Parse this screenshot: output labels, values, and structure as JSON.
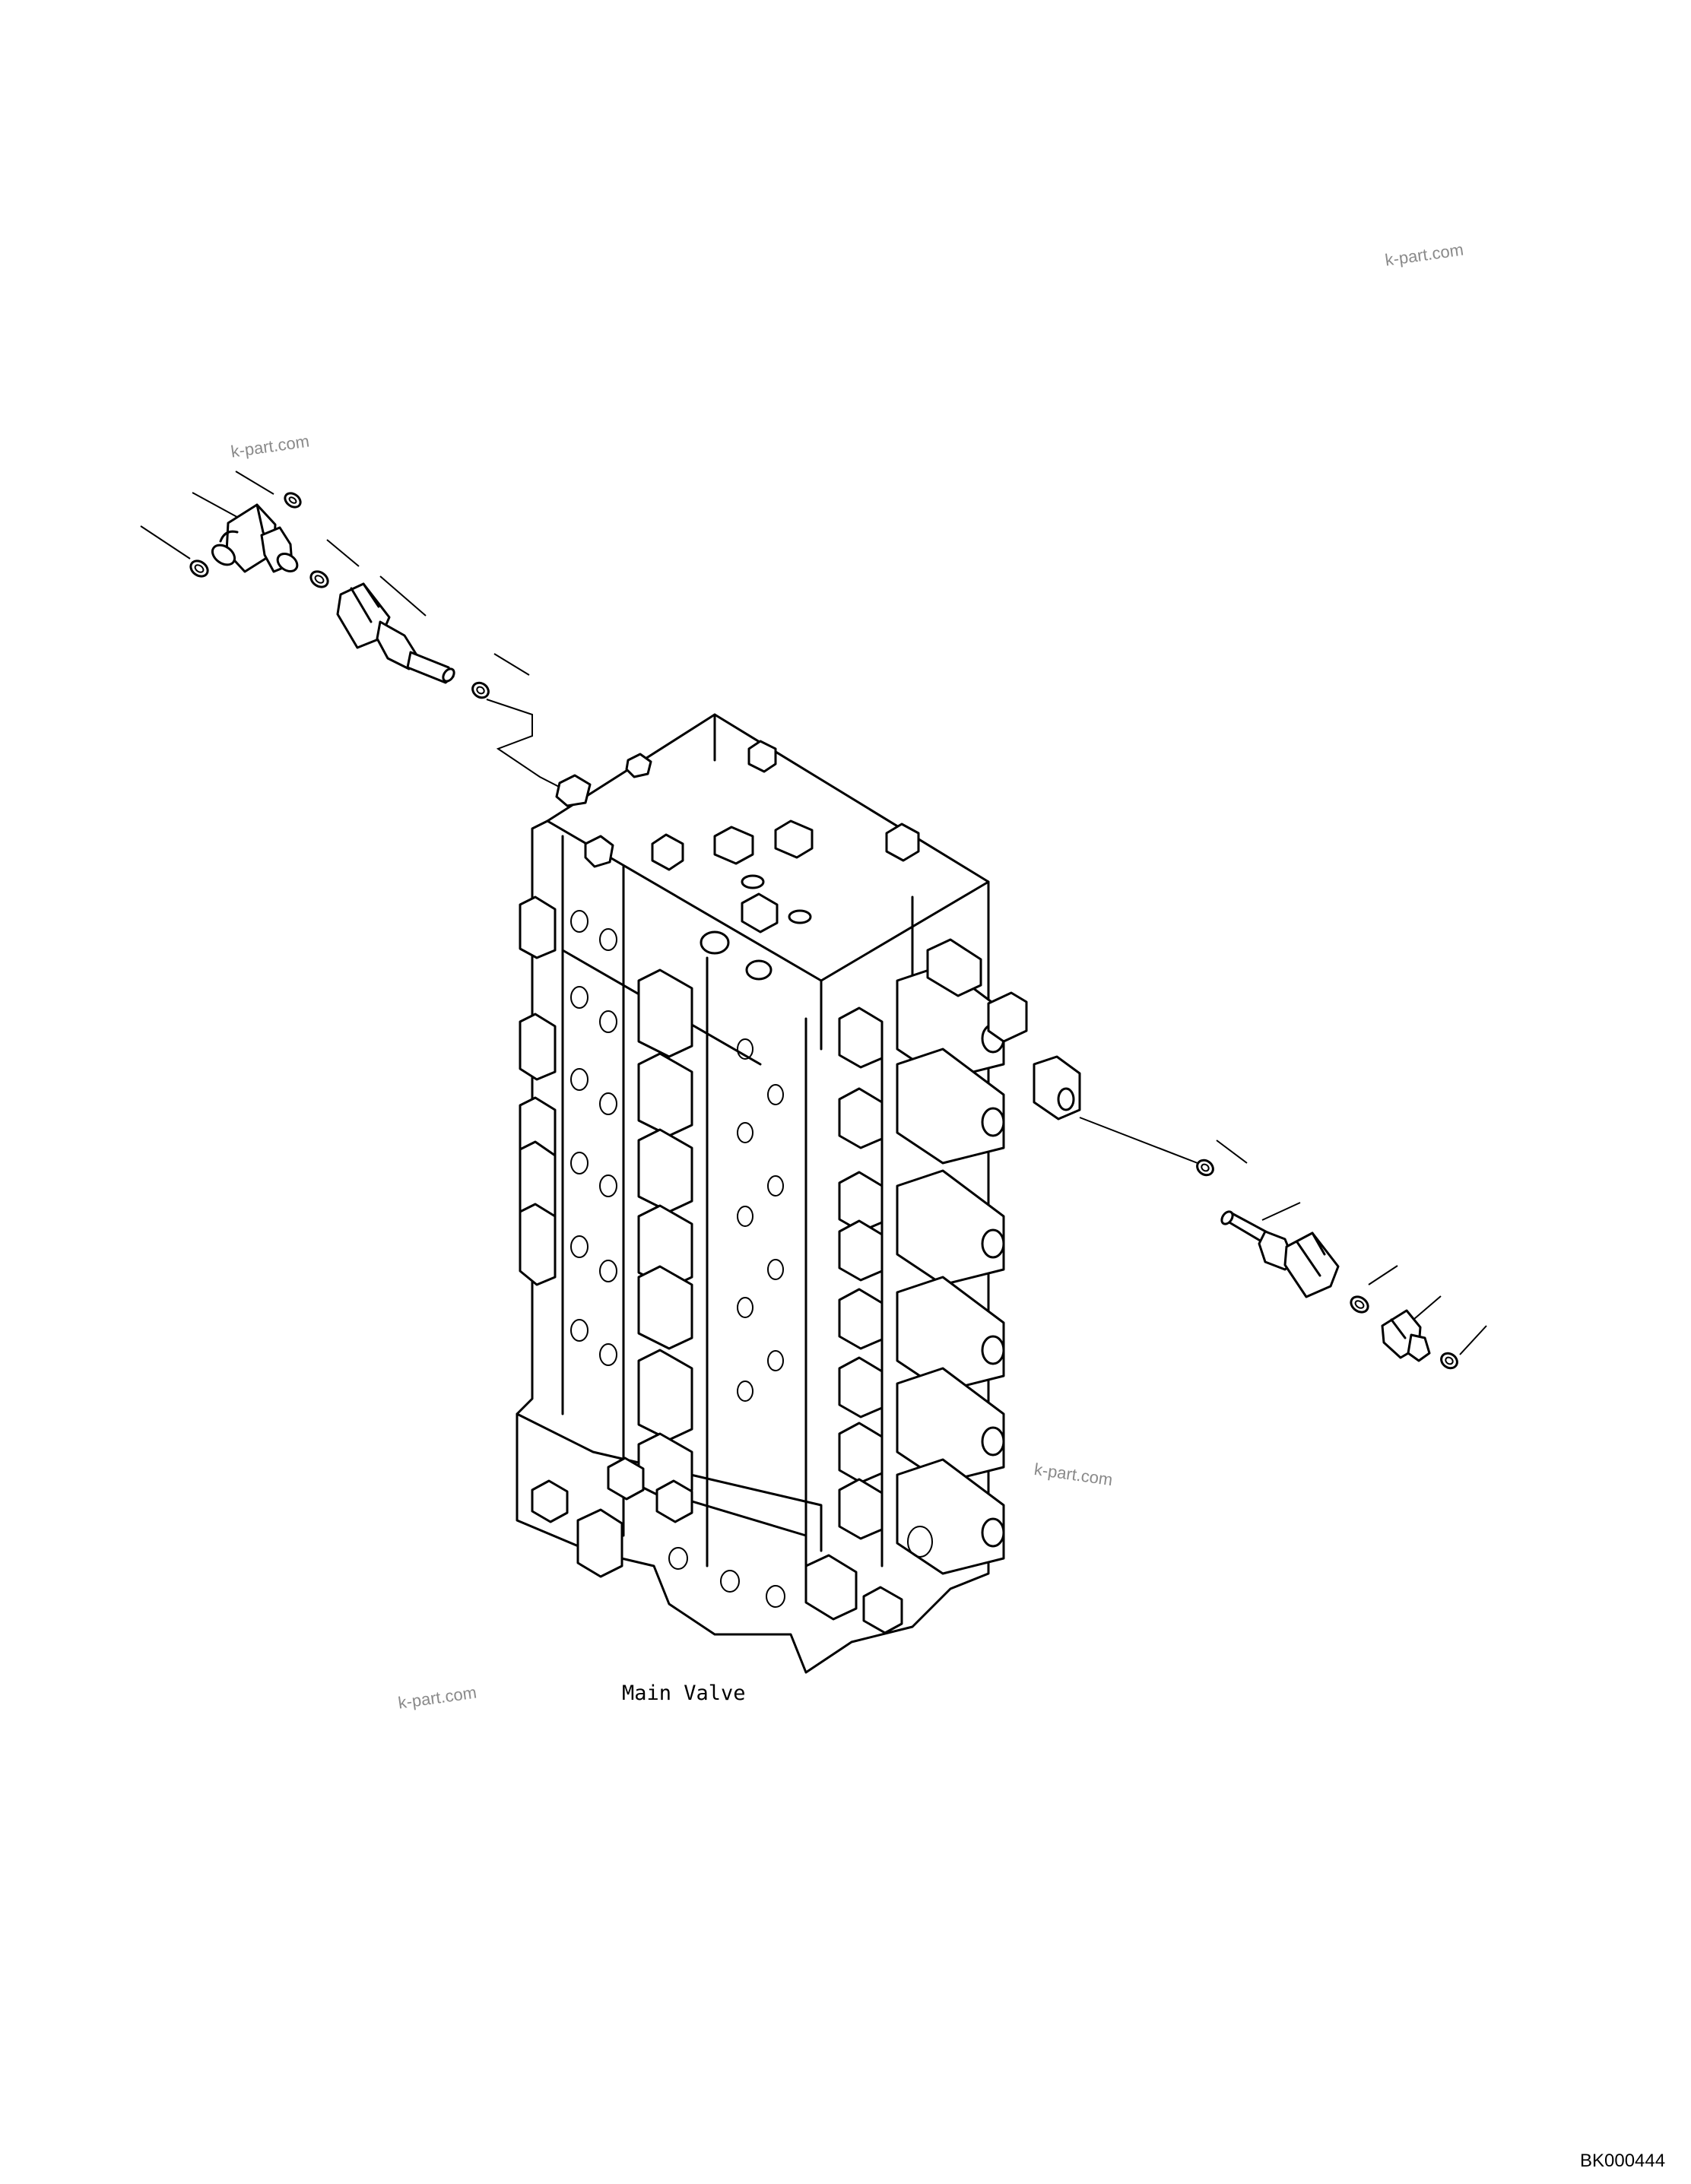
{
  "diagram": {
    "assembly_label": "Main Valve",
    "drawing_code": "BK000444",
    "watermarks": [
      "k-part.com",
      "k-part.com",
      "k-part.com",
      "k-part.com"
    ]
  }
}
